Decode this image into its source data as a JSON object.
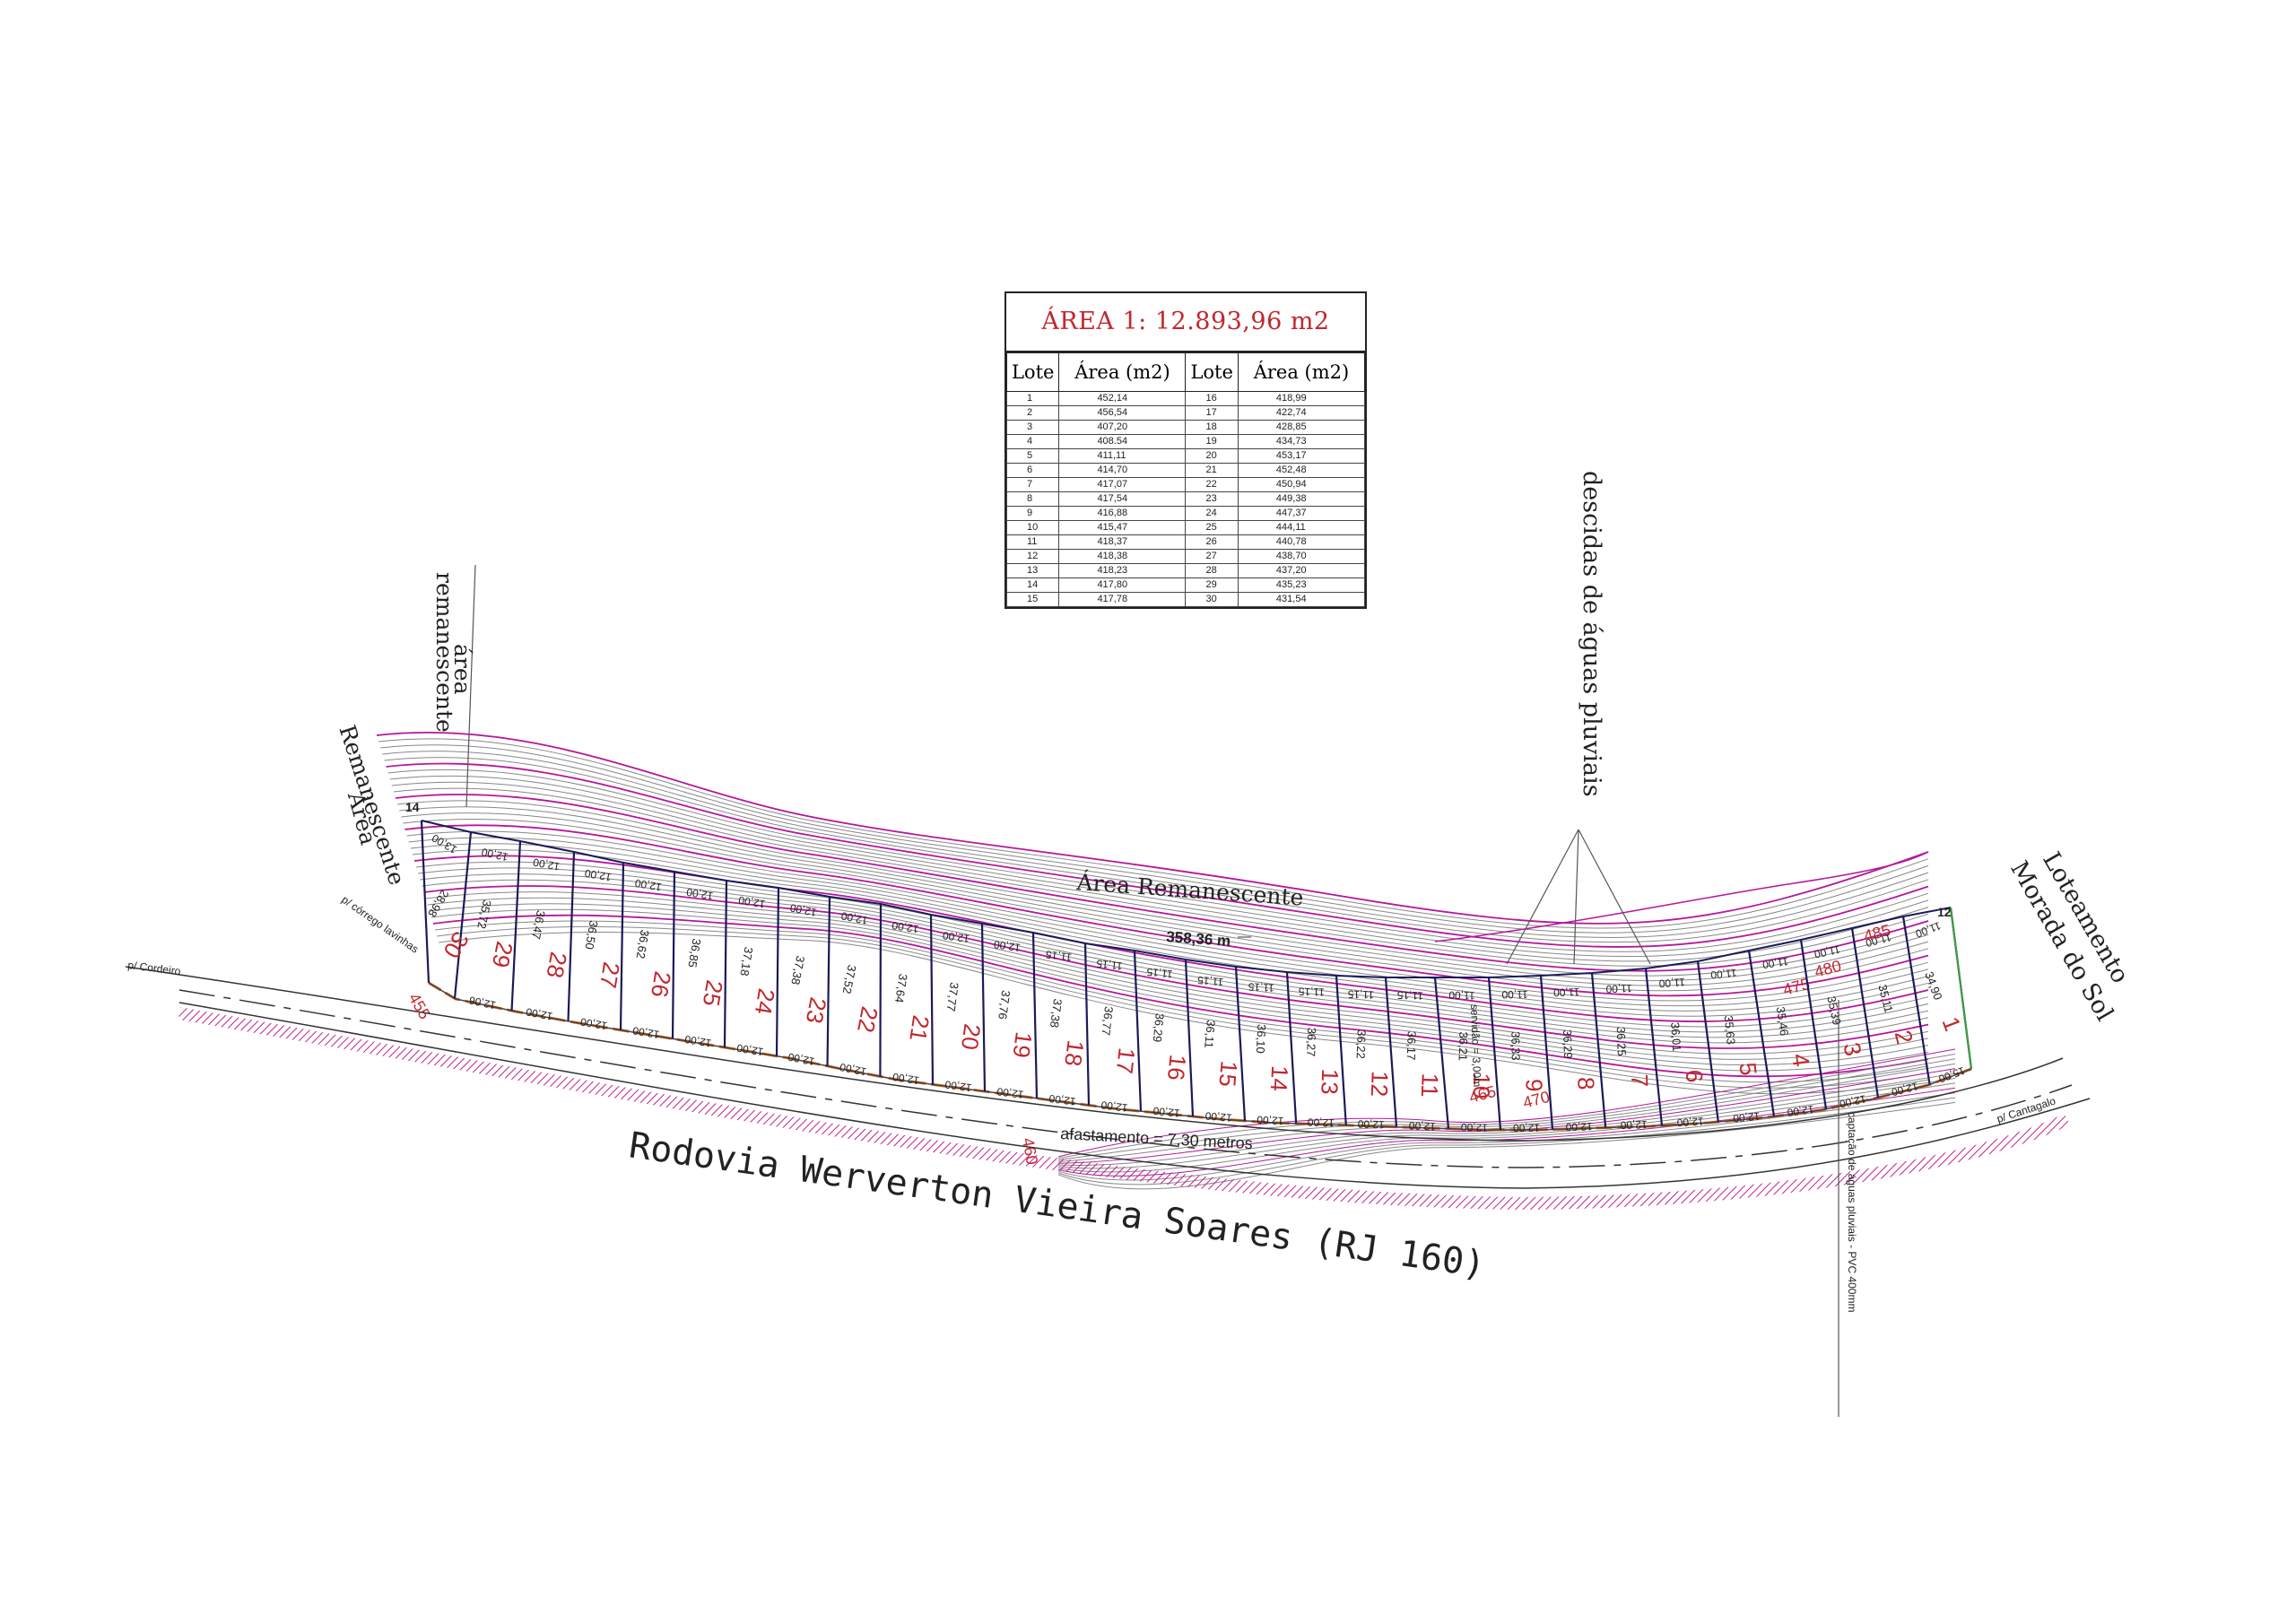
{
  "table": {
    "title": "ÁREA 1:  12.893,96  m2",
    "headers": [
      "Lote",
      "Área  (m2)",
      "Lote",
      "Área  (m2)"
    ],
    "rows": [
      [
        "1",
        "452,14",
        "16",
        "418,99"
      ],
      [
        "2",
        "456,54",
        "17",
        "422,74"
      ],
      [
        "3",
        "407,20",
        "18",
        "428,85"
      ],
      [
        "4",
        "408.54",
        "19",
        "434,73"
      ],
      [
        "5",
        "411,11",
        "20",
        "453,17"
      ],
      [
        "6",
        "414,70",
        "21",
        "452,48"
      ],
      [
        "7",
        "417,07",
        "22",
        "450,94"
      ],
      [
        "8",
        "417,54",
        "23",
        "449,38"
      ],
      [
        "9",
        "416,88",
        "24",
        "447,37"
      ],
      [
        "10",
        "415,47",
        "25",
        "444,11"
      ],
      [
        "11",
        "418,37",
        "26",
        "440,78"
      ],
      [
        "12",
        "418,38",
        "27",
        "438,70"
      ],
      [
        "13",
        "418,23",
        "28",
        "437,20"
      ],
      [
        "14",
        "417,80",
        "29",
        "435,23"
      ],
      [
        "15",
        "417,78",
        "30",
        "431,54"
      ]
    ]
  },
  "labels": {
    "area_remanescente_top": "Área Remanescente",
    "area_remanescente_left1": "área",
    "area_remanescente_left2": "remanescente",
    "area_remanescente_left3": "Área",
    "area_remanescente_left4": "Remanescente",
    "descidas": "descidas  de  águas  pluviais",
    "loteamento": "Loteamento",
    "morada": "Morada do Sol",
    "rodovia": "Rodovia  Werverton  Vieira  Soares  (RJ  160)",
    "afastamento": "afastamento = 7,30 metros",
    "cordeiro": "p/ Cordeiro",
    "cantagalo": "p/ Cantagalo",
    "corrego": "p/ córrego lavinhas",
    "servidao": "servidão = 3,00m",
    "captacao": "captação de águas pluviais - PVC 400mm",
    "length": "358,36  m",
    "marker_left": "14",
    "marker_right": "12"
  },
  "lots": [
    "1",
    "2",
    "3",
    "4",
    "5",
    "6",
    "7",
    "8",
    "9",
    "10",
    "11",
    "12",
    "13",
    "14",
    "15",
    "16",
    "17",
    "18",
    "19",
    "20",
    "21",
    "22",
    "23",
    "24",
    "25",
    "26",
    "27",
    "28",
    "29",
    "30"
  ],
  "front_dims": [
    "15,00",
    "12,00",
    "12,00",
    "12,00",
    "12,00",
    "12,00",
    "12,00",
    "12,00",
    "12,00",
    "12,00",
    "12,00",
    "12,00",
    "12,00",
    "12,00",
    "12,00",
    "12,00",
    "12,00",
    "12,00",
    "12,00",
    "12,00",
    "12,00",
    "12,00",
    "12,00",
    "12,00",
    "12,00",
    "12,00",
    "12,00",
    "12,00",
    "12,06"
  ],
  "back_dims": [
    "11,00",
    "11,00",
    "11,00",
    "11,00",
    "11,00",
    "11,00",
    "11,00",
    "11,00",
    "11,00",
    "11,00",
    "11,15",
    "11,15",
    "11,15",
    "11,15",
    "11,15",
    "11,15",
    "11,15",
    "11,15",
    "12,00",
    "12,00",
    "12,00",
    "12,00",
    "12,00",
    "12,00",
    "12,00",
    "12,00",
    "12,00",
    "12,00",
    "12,00",
    "13,00"
  ],
  "depth_dims": [
    "34,90",
    "35,11",
    "35,39",
    "35,46",
    "35,63",
    "36,01",
    "36,25",
    "36,29",
    "36,33",
    "36,21",
    "36,17",
    "36,22",
    "36,27",
    "36,10",
    "36,11",
    "36,29",
    "36,77",
    "37,38",
    "37,76",
    "37,77",
    "37,64",
    "37,52",
    "37,38",
    "37,18",
    "36,85",
    "36,62",
    "36,50",
    "36,47",
    "35,72",
    "28,98"
  ],
  "contour_labels": [
    "455",
    "460",
    "465",
    "470",
    "475",
    "480",
    "485"
  ],
  "colors": {
    "lot_number": "#c0282e",
    "contour_major": "#b5179e",
    "contour_minor": "#888888",
    "lot_line": "#1a1a5a",
    "road_hatch": "#c0208f",
    "edge": "#d2691e"
  }
}
